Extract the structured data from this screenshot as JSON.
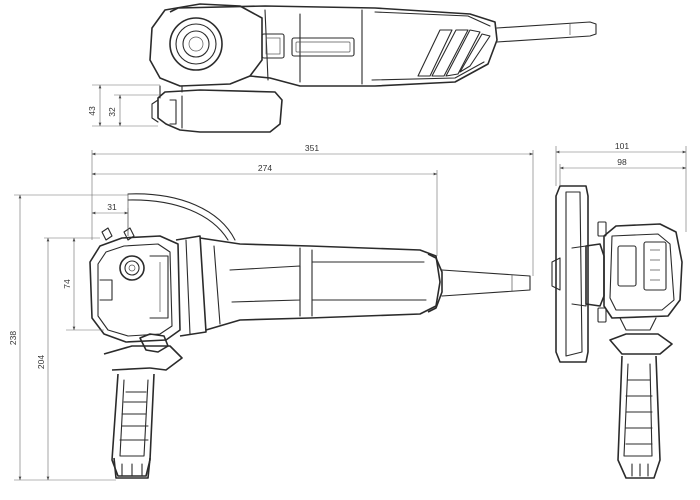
{
  "dimensions": {
    "top_view_disc_height": "43",
    "top_view_spindle_height": "32",
    "overall_length": "351",
    "body_length": "274",
    "guard_offset": "31",
    "head_height": "74",
    "overall_height": "238",
    "height_to_handle": "204",
    "side_width_overall": "101",
    "side_width_body": "98"
  }
}
